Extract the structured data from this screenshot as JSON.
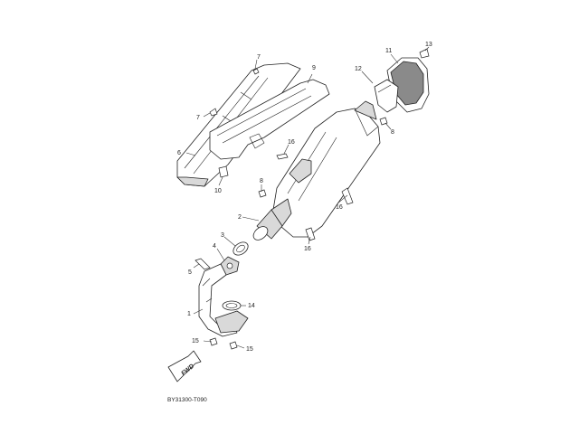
{
  "diagram_code": "BY31300-T090",
  "fwd_label": "FWD",
  "callouts": {
    "c1": "1",
    "c2": "2",
    "c3": "3",
    "c4": "4",
    "c5": "5",
    "c6": "6",
    "c7a": "7",
    "c7b": "7",
    "c8a": "8",
    "c8b": "8",
    "c9": "9",
    "c10": "10",
    "c11": "11",
    "c12": "12",
    "c13": "13",
    "c14": "14",
    "c15a": "15",
    "c15b": "15",
    "c16a": "16",
    "c16b": "16",
    "c16c": "16"
  }
}
